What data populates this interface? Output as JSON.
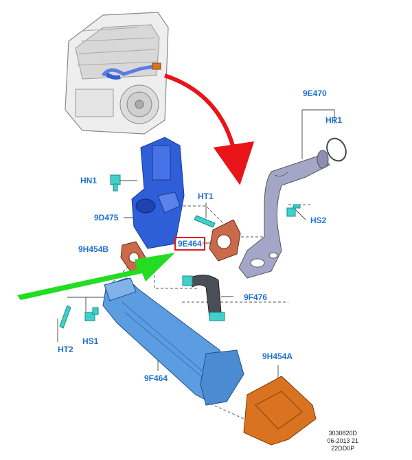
{
  "parts": {
    "p_9E470": "9E470",
    "p_HR1": "HR1",
    "p_HN1": "HN1",
    "p_HT1": "HT1",
    "p_9D475": "9D475",
    "p_9E464": "9E464",
    "p_9H454B": "9H454B",
    "p_HS2": "HS2",
    "p_9F476": "9F476",
    "p_HT2": "HT2",
    "p_HS1": "HS1",
    "p_9F464": "9F464",
    "p_9H454A": "9H454A"
  },
  "highlighted_part": "9E464",
  "footer": {
    "line1": "3030820D",
    "line2": "06-2013 21",
    "line3": "22DD0P"
  },
  "colors": {
    "label": "#1f6fd1",
    "valve": "#2f5fd8",
    "cooler": "#5b9de0",
    "pipe": "#a4a6c8",
    "gasket": "#c96a4a",
    "heatshield": "#d9731f",
    "hose": "#4a4f57",
    "fastener": "#3fd0c9",
    "engine": "#e6e6e6",
    "red_arrow": "#e8141a",
    "green_arrow": "#22dd22"
  }
}
